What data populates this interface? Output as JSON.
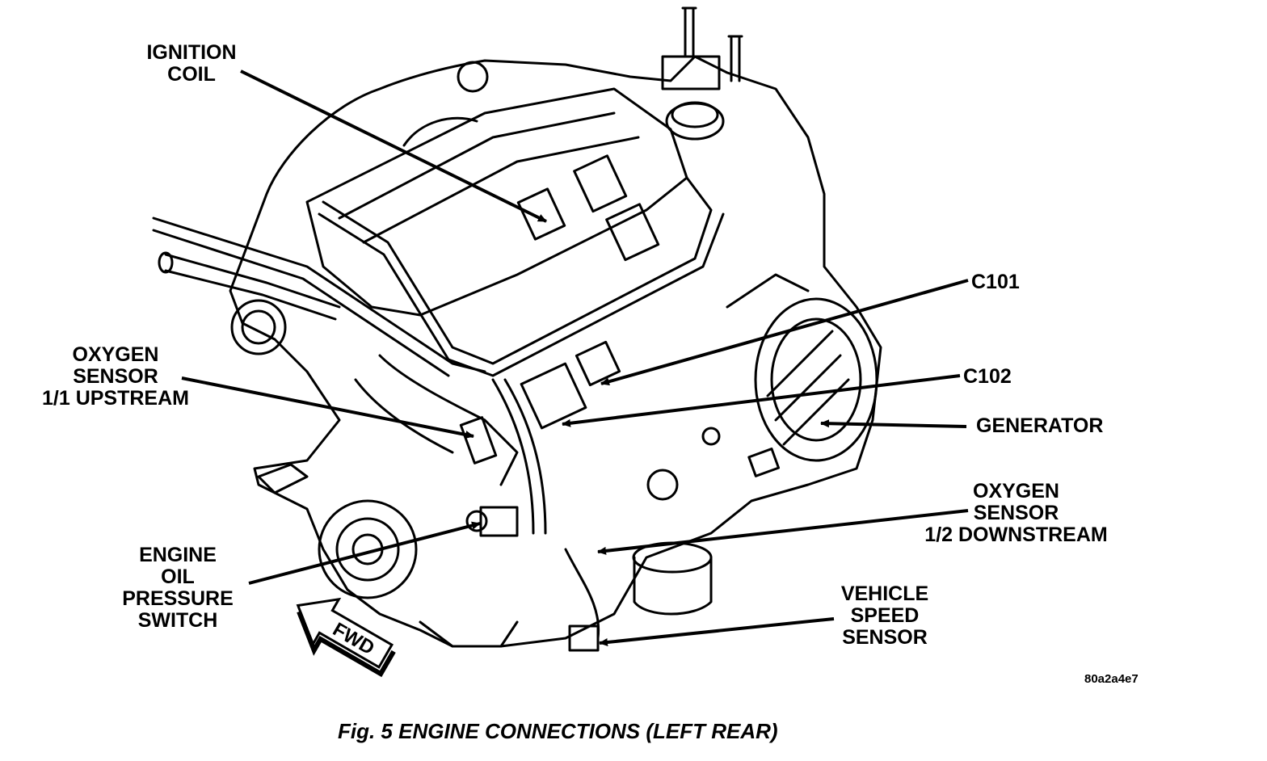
{
  "figure": {
    "caption": "Fig. 5 ENGINE CONNECTIONS (LEFT REAR)",
    "code": "80a2a4e7"
  },
  "direction_arrow": {
    "text": "FWD"
  },
  "labels": {
    "ignition_coil": [
      "IGNITION",
      "COIL"
    ],
    "oxygen_sensor_upstream": [
      "OXYGEN",
      "SENSOR",
      "1/1 UPSTREAM"
    ],
    "engine_oil_pressure_switch": [
      "ENGINE",
      "OIL",
      "PRESSURE",
      "SWITCH"
    ],
    "c101": [
      "C101"
    ],
    "c102": [
      "C102"
    ],
    "generator": [
      "GENERATOR"
    ],
    "oxygen_sensor_downstream": [
      "OXYGEN",
      "SENSOR",
      "1/2 DOWNSTREAM"
    ],
    "vehicle_speed_sensor": [
      "VEHICLE",
      "SPEED",
      "SENSOR"
    ]
  }
}
